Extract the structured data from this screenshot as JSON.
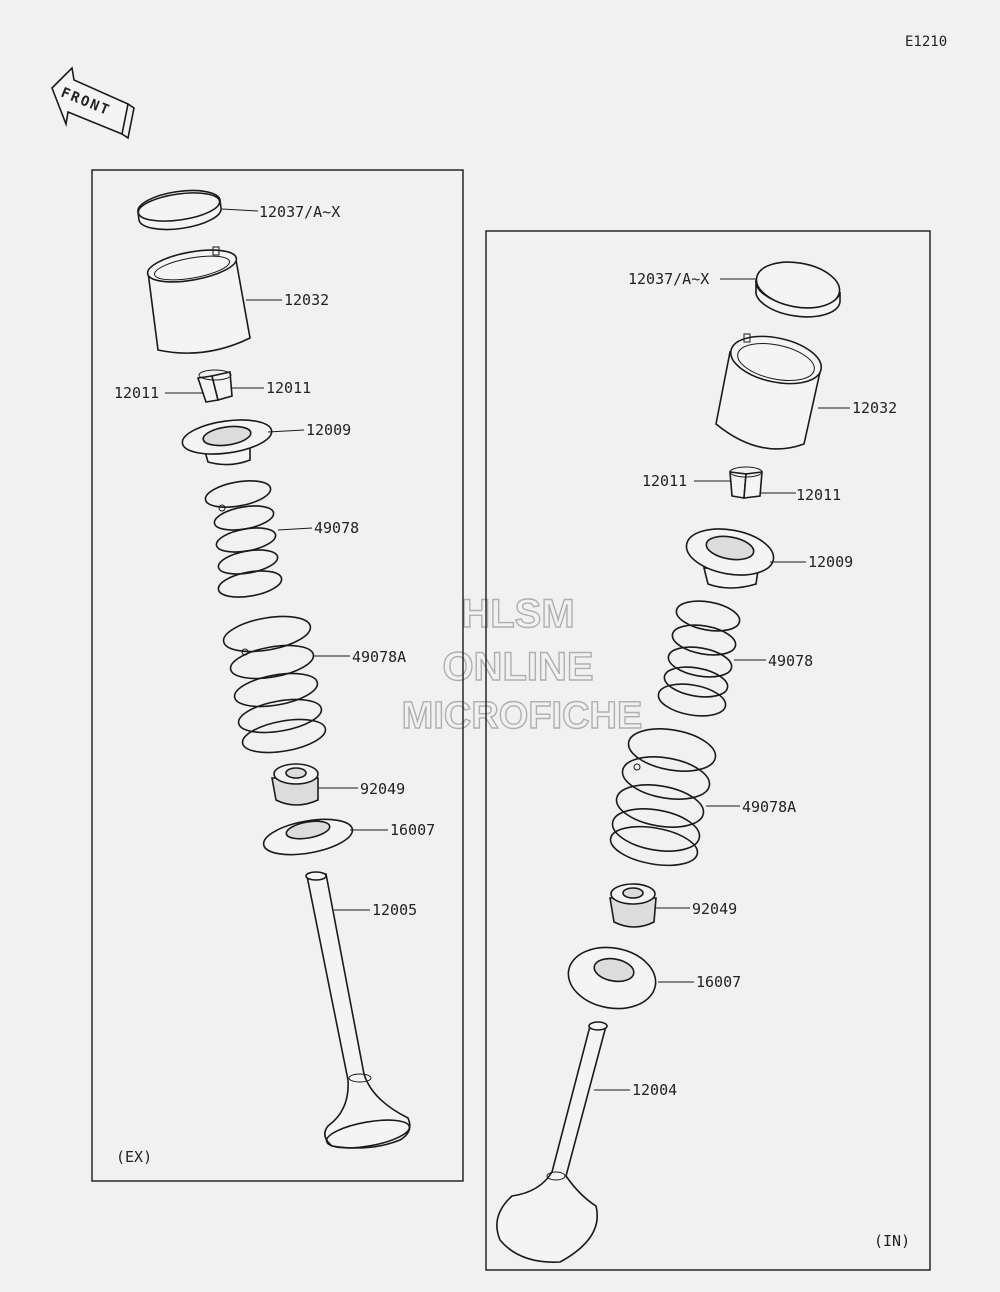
{
  "diagram_ref": "E1210",
  "front_arrow_text": "FRONT",
  "watermark": {
    "line1": "HLSM",
    "line2": "ONLINE",
    "line3": "MICROFICHE"
  },
  "exhaust": {
    "tag": "(EX)",
    "labels": {
      "shim": "12037/A~X",
      "lifter": "12032",
      "cotter_left": "12011",
      "cotter_right": "12011",
      "retainer": "12009",
      "spring_inner": "49078",
      "spring_outer": "49078A",
      "seal": "92049",
      "seat": "16007",
      "valve": "12005"
    }
  },
  "intake": {
    "tag": "(IN)",
    "labels": {
      "shim": "12037/A~X",
      "lifter": "12032",
      "cotter_left": "12011",
      "cotter_right": "12011",
      "retainer": "12009",
      "spring_inner": "49078",
      "spring_outer": "49078A",
      "seal": "92049",
      "seat": "16007",
      "valve": "12004"
    }
  }
}
